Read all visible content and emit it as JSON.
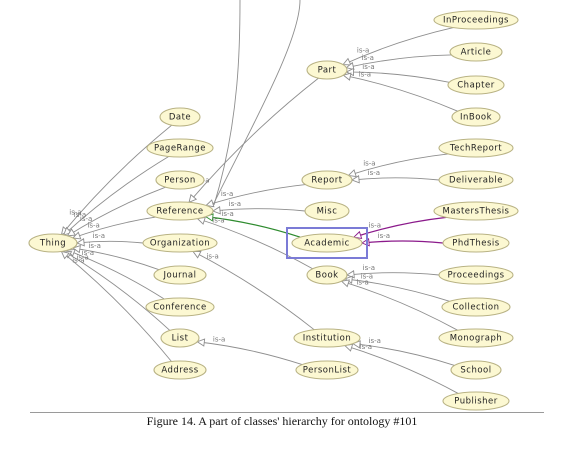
{
  "diagram": {
    "relation_label": "is-a",
    "nodes": {
      "thing": "Thing",
      "date": "Date",
      "page_range": "PageRange",
      "person": "Person",
      "reference": "Reference",
      "organization": "Organization",
      "journal": "Journal",
      "conference": "Conference",
      "list": "List",
      "address": "Address",
      "part": "Part",
      "report": "Report",
      "misc": "Misc",
      "academic": "Academic",
      "book": "Book",
      "institution": "Institution",
      "person_list": "PersonList",
      "in_proceedings": "InProceedings",
      "article": "Article",
      "chapter": "Chapter",
      "in_book": "InBook",
      "tech_report": "TechReport",
      "deliverable": "Deliverable",
      "masters_thesis": "MastersThesis",
      "phd_thesis": "PhdThesis",
      "proceedings": "Proceedings",
      "collection": "Collection",
      "monograph": "Monograph",
      "school": "School",
      "publisher": "Publisher"
    },
    "selected_node": "academic",
    "colors": {
      "node_fill": "#fcf8d2",
      "edge": "#8e8e8e",
      "highlight_green": "#2e8b2e",
      "highlight_purple": "#8b1a8b",
      "selection_box": "#7b7bd6"
    }
  },
  "caption": "Figure 14. A part of classes' hierarchy for ontology #101"
}
